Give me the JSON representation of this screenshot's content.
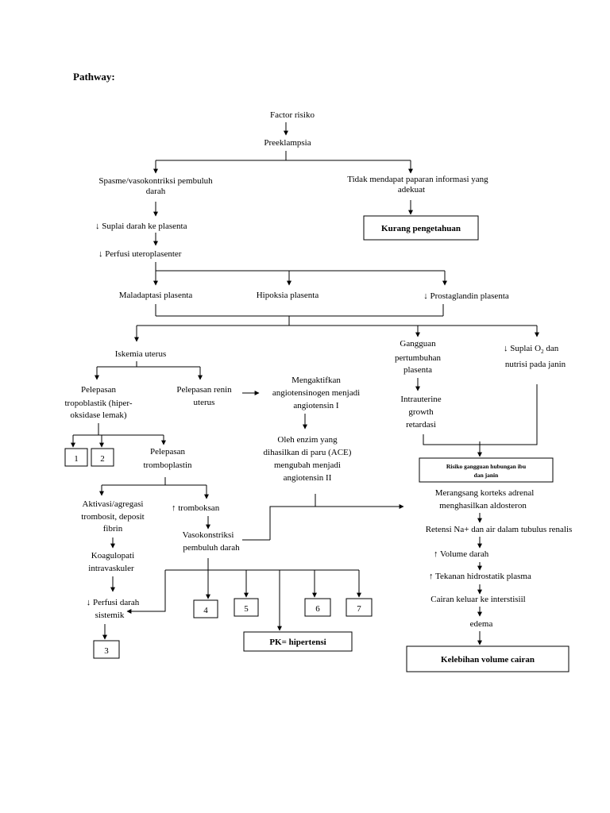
{
  "title": "Pathway:",
  "nodes": {
    "factor_risiko": "Factor risiko",
    "preeklampsia": "Preeklampsia",
    "spasme_1": "Spasme/vasokontriksi pembuluh",
    "spasme_2": "darah",
    "tidak_mendapat_1": "Tidak mendapat paparan informasi yang",
    "tidak_mendapat_2": "adekuat",
    "kurang_pengetahuan": "Kurang pengetahuan",
    "suplai_darah": "↓ Suplai darah ke plasenta",
    "perfusi_utero": "↓ Perfusi uteroplasenter",
    "maladaptasi": "Maladaptasi plasenta",
    "hipoksia": "Hipoksia plasenta",
    "prostaglandin": "↓ Prostaglandin plasenta",
    "iskemia": "Iskemia uterus",
    "gangguan_1": "Gangguan",
    "gangguan_2": "pertumbuhan",
    "gangguan_3": "plasenta",
    "suplai_o2_a": "↓ Suplai O",
    "suplai_o2_sub": "2",
    "suplai_o2_b": " dan",
    "suplai_o2_2": "nutrisi pada janin",
    "pelepasan_tropo_1": "Pelepasan",
    "pelepasan_tropo_2": "tropoblastik (hiper-",
    "pelepasan_tropo_3": "oksidase lemak)",
    "pelepasan_renin_1": "Pelepasan renin",
    "pelepasan_renin_2": "uterus",
    "mengaktifkan_1": "Mengaktifkan",
    "mengaktifkan_2": "angiotensinogen menjadi",
    "mengaktifkan_3": "angiotensin I",
    "intrauterine_1": "Intrauterine",
    "intrauterine_2": "growth",
    "intrauterine_3": "retardasi",
    "box1": "1",
    "box2": "2",
    "pelepasan_trombo_1": "Pelepasan",
    "pelepasan_trombo_2": "tromboplastin",
    "oleh_enzim_1": "Oleh enzim yang",
    "oleh_enzim_2": "dihasilkan di paru (ACE)",
    "oleh_enzim_3": "mengubah menjadi",
    "oleh_enzim_4": "angiotensin II",
    "risiko_1": "Risiko gangguan hubungan ibu",
    "risiko_2": "dan janin",
    "merangsang_1": "Merangsang korteks adrenal",
    "merangsang_2": "menghasilkan aldosteron",
    "aktivasi_1": "Aktivasi/agregasi",
    "aktivasi_2": "trombosit, deposit",
    "aktivasi_3": "fibrin",
    "tromboksan": "↑ tromboksan",
    "vasokonstriksi_1": "Vasokonstriksi",
    "vasokonstriksi_2": "pembuluh darah",
    "retensi": "Retensi Na+ dan air dalam tubulus renalis",
    "koagulopati_1": "Koagulopati",
    "koagulopati_2": "intravaskuler",
    "volume_darah": "↑ Volume darah",
    "tekanan": "↑ Tekanan hidrostatik plasma",
    "perfusi_sistemik_1": "↓ Perfusi darah",
    "perfusi_sistemik_2": "sistemik",
    "box4": "4",
    "box5": "5",
    "box6": "6",
    "box7": "7",
    "cairan": "Cairan keluar ke interstisiil",
    "edema": "edema",
    "box3": "3",
    "pk_hipertensi": "PK= hipertensi",
    "kelebihan": "Kelebihan volume cairan"
  }
}
